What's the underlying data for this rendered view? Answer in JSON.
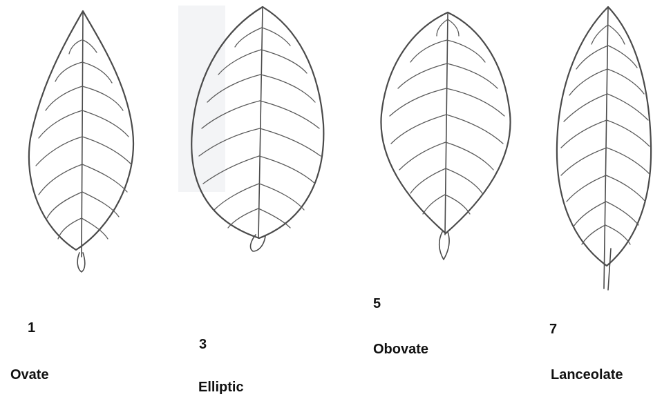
{
  "leaves": [
    {
      "number": "1",
      "name": "Ovate"
    },
    {
      "number": "3",
      "name": "Elliptic"
    },
    {
      "number": "5",
      "name": "Obovate"
    },
    {
      "number": "7",
      "name": "Lanceolate"
    }
  ],
  "colors": {
    "pencil": "#4a4a4a",
    "text": "#111111",
    "background": "#ffffff"
  }
}
